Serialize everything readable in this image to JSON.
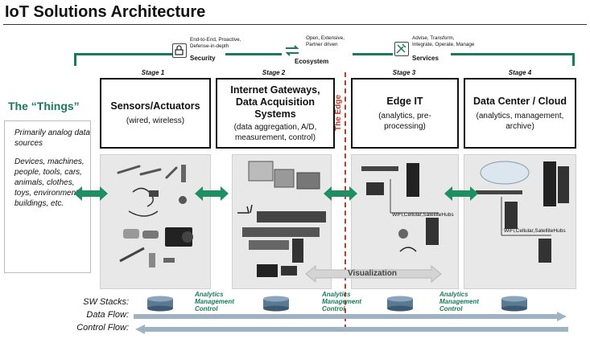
{
  "title": "IoT Solutions Architecture",
  "capabilities": [
    {
      "label": "Security",
      "desc": [
        "End-to-End, Proactive,",
        "Defense-in-depth"
      ],
      "icon": "lock-icon"
    },
    {
      "label": "Ecosystem",
      "desc": [
        "Open, Extensive,",
        "Partner driven"
      ],
      "icon": "exchange-icon"
    },
    {
      "label": "Services",
      "desc": [
        "Advise, Transform,",
        "Integrate, Operate, Manage"
      ],
      "icon": "tools-icon"
    }
  ],
  "stages": [
    {
      "label": "Stage 1",
      "heading": "Sensors/Actuators",
      "sub": "(wired, wireless)"
    },
    {
      "label": "Stage 2",
      "heading": "Internet Gateways, Data Acquisition Systems",
      "sub": "(data aggregation, A/D, measurement, control)"
    },
    {
      "label": "Stage 3",
      "heading": "Edge IT",
      "sub": "(analytics, pre-processing)"
    },
    {
      "label": "Stage 4",
      "heading": "Data Center / Cloud",
      "sub": "(analytics, management, archive)"
    }
  ],
  "things": {
    "title": "The “Things”",
    "p1": "Primarily analog data sources",
    "p2": "Devices, machines, people, tools, cars, animals, clothes, toys, environment, buildings, etc."
  },
  "edge_label": "The Edge",
  "visualization": "Visualization",
  "hubs_label": "WiFi,Cellular,SatelliteHubs",
  "analytics": [
    "Analytics",
    "Management",
    "Control"
  ],
  "rows": {
    "sw": "SW Stacks:",
    "data": "Data Flow:",
    "control": "Control Flow:"
  },
  "colors": {
    "green": "#1a7a5a",
    "edge_red": "#c0392b",
    "panel": "#e8e8e8"
  }
}
